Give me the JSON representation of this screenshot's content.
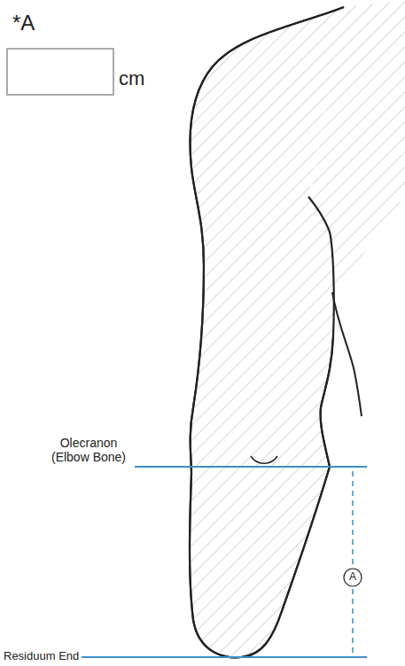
{
  "diagram": {
    "labels": [
      "*A",
      "cm",
      "Olecranon (Elbow Bone)",
      "Residuum End",
      "A"
    ]
  }
}
